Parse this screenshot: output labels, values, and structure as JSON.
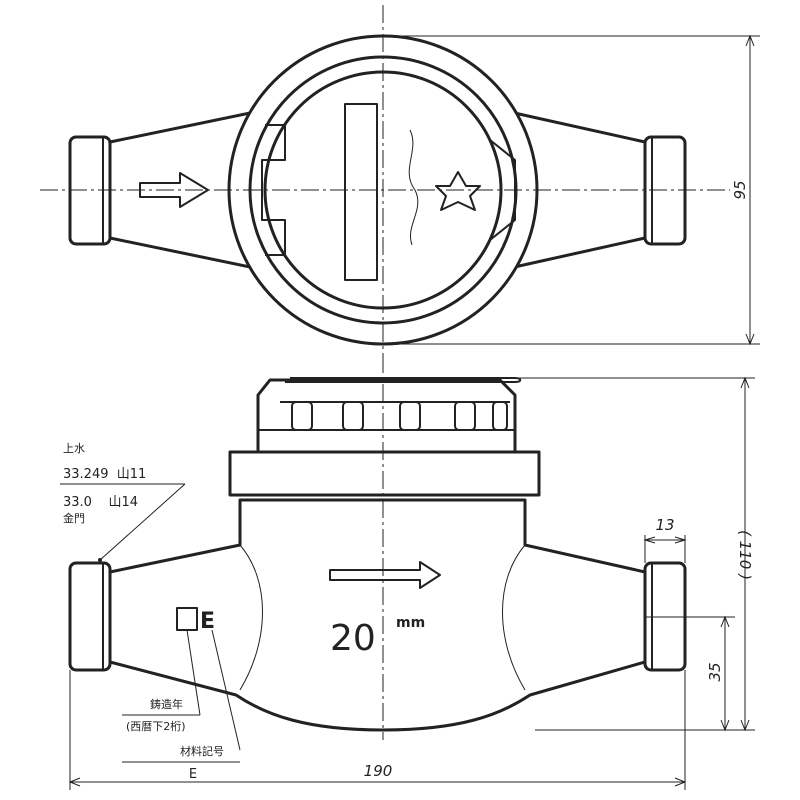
{
  "dimensions": {
    "height_top_view": "95",
    "height_side_view": "( 110 )",
    "inlet_width": "13",
    "center_height": "35",
    "overall_length": "190"
  },
  "thread_note": {
    "line1": "上水",
    "line2": "33.249  山11",
    "line3": "33.0    山14",
    "line4": "金門"
  },
  "body_marks": {
    "size_number": "20",
    "size_unit": "mm",
    "material_letter": "E"
  },
  "leaders": {
    "cast_year": "鋳造年",
    "cast_year_detail": "(西暦下2桁)",
    "material_code": "材料記号",
    "material_letter": "E"
  }
}
